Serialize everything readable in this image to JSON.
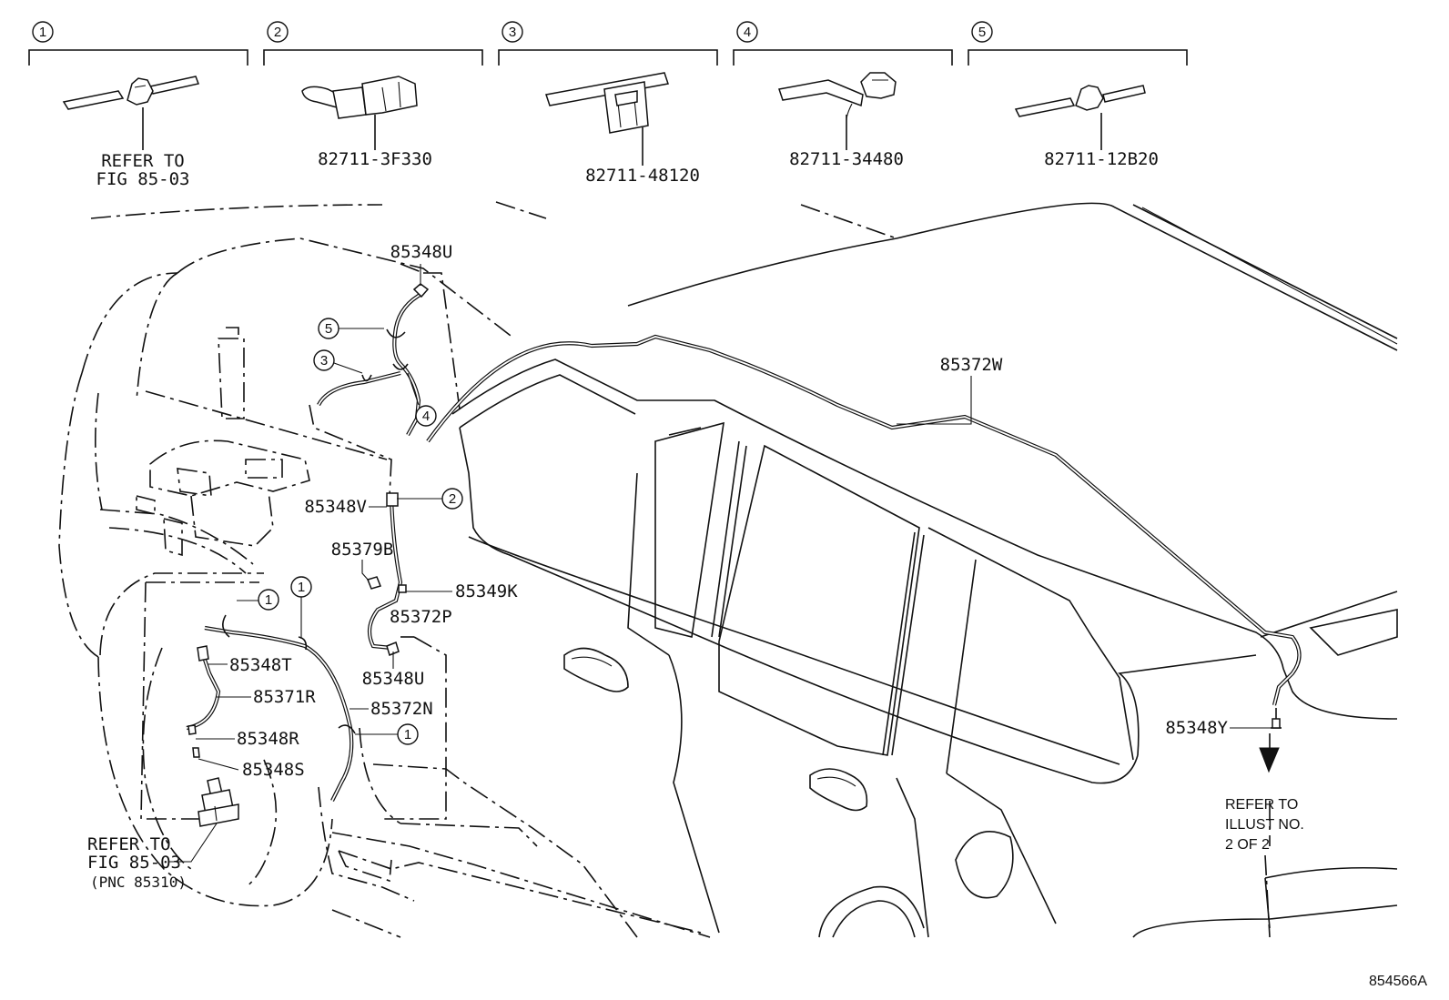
{
  "callouts": {
    "c1": "1",
    "c2": "2",
    "c3": "3",
    "c4": "4",
    "c5": "5"
  },
  "clamps": {
    "c1_line1": "REFER TO",
    "c1_line2": "FIG 85-03",
    "c2_part": "82711-3F330",
    "c3_part": "82711-48120",
    "c4_part": "82711-34480",
    "c5_part": "82711-12B20"
  },
  "parts": {
    "p85348U_top": "85348U",
    "p85372W": "85372W",
    "p85348V": "85348V",
    "p85379B": "85379B",
    "p85349K": "85349K",
    "p85372P": "85372P",
    "p85348U_bottom": "85348U",
    "p85348T": "85348T",
    "p85371R": "85371R",
    "p85372N": "85372N",
    "p85348R": "85348R",
    "p85348S": "85348S",
    "p85348Y": "85348Y"
  },
  "notes": {
    "ref_fig_line1": "REFER TO",
    "ref_fig_line2": "FIG 85-03",
    "ref_fig_line3": "(PNC 85310)",
    "ref_illust_line1": "REFER TO",
    "ref_illust_line2": "ILLUST NO.",
    "ref_illust_line3": "2 OF 2"
  },
  "drawing_id": "854566A"
}
